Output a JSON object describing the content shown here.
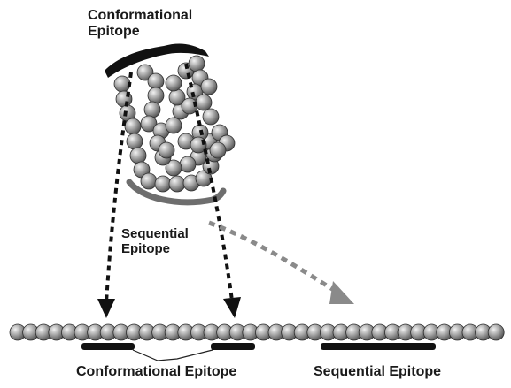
{
  "labels": {
    "conformational_top_line1": "Conformational",
    "conformational_top_line2": "Epitope",
    "sequential_line1": "Sequential",
    "sequential_line2": "Epitope",
    "conformational_bottom": "Conformational Epitope",
    "sequential_bottom": "Sequential Epitope"
  },
  "colors": {
    "bead": "#8c8c8c",
    "bead_highlight": "#e8e8e8",
    "bead_outline": "#2e2e2e",
    "epitope_bar": "#111111",
    "arrow_dark": "#111111",
    "arrow_gray": "#8a8a8a",
    "sequential_arc": "#7a7a7a"
  },
  "icons": {
    "folded_protein": "bead-cluster",
    "linear_chain": "bead-chain",
    "arrows": "dashed-arrow"
  }
}
